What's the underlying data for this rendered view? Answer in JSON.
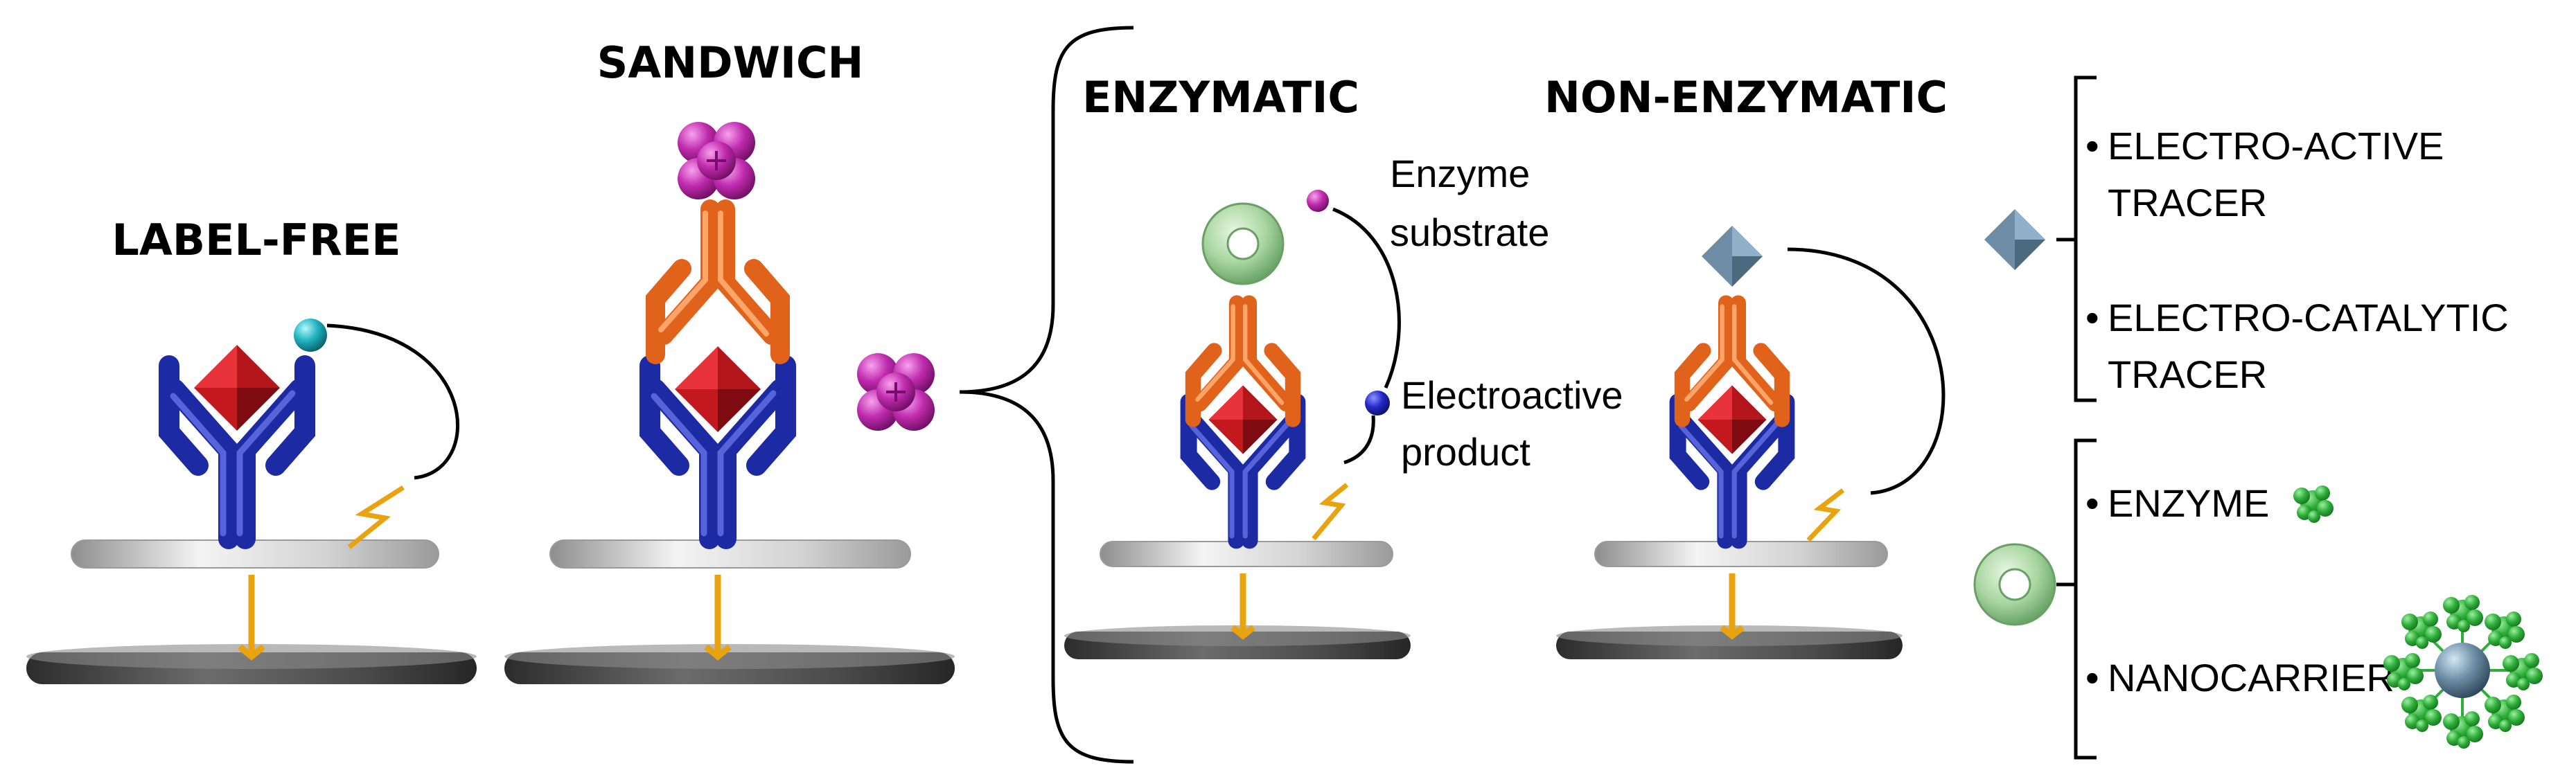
{
  "panels": {
    "label_free": {
      "title": "LABEL-FREE"
    },
    "sandwich": {
      "title": "SANDWICH"
    },
    "enzymatic": {
      "title": "ENZYMATIC",
      "substrate_label_1": "Enzyme",
      "substrate_label_2": "substrate",
      "product_label_1": "Electroactive",
      "product_label_2": "product"
    },
    "non_enzymatic": {
      "title": "NON-ENZYMATIC"
    }
  },
  "legend": {
    "tracer_group": {
      "item1_line1": "ELECTRO-ACTIVE",
      "item1_line2": "TRACER",
      "item2_line1": "ELECTRO-CATALYTIC",
      "item2_line2": "TRACER"
    },
    "label_group": {
      "item1": "ENZYME",
      "item2": "NANOCARRIER"
    },
    "bullet": "•"
  },
  "colors": {
    "capture_antibody": "#1c2aa3",
    "detection_antibody": "#e0621b",
    "antigen": "#d8262b",
    "label_particle": "#c02cae",
    "redox_probe": "#1fb2c0",
    "tracer": "#6d8ea6",
    "enzyme": "#2fae3a",
    "lead": "#e8a30f"
  }
}
